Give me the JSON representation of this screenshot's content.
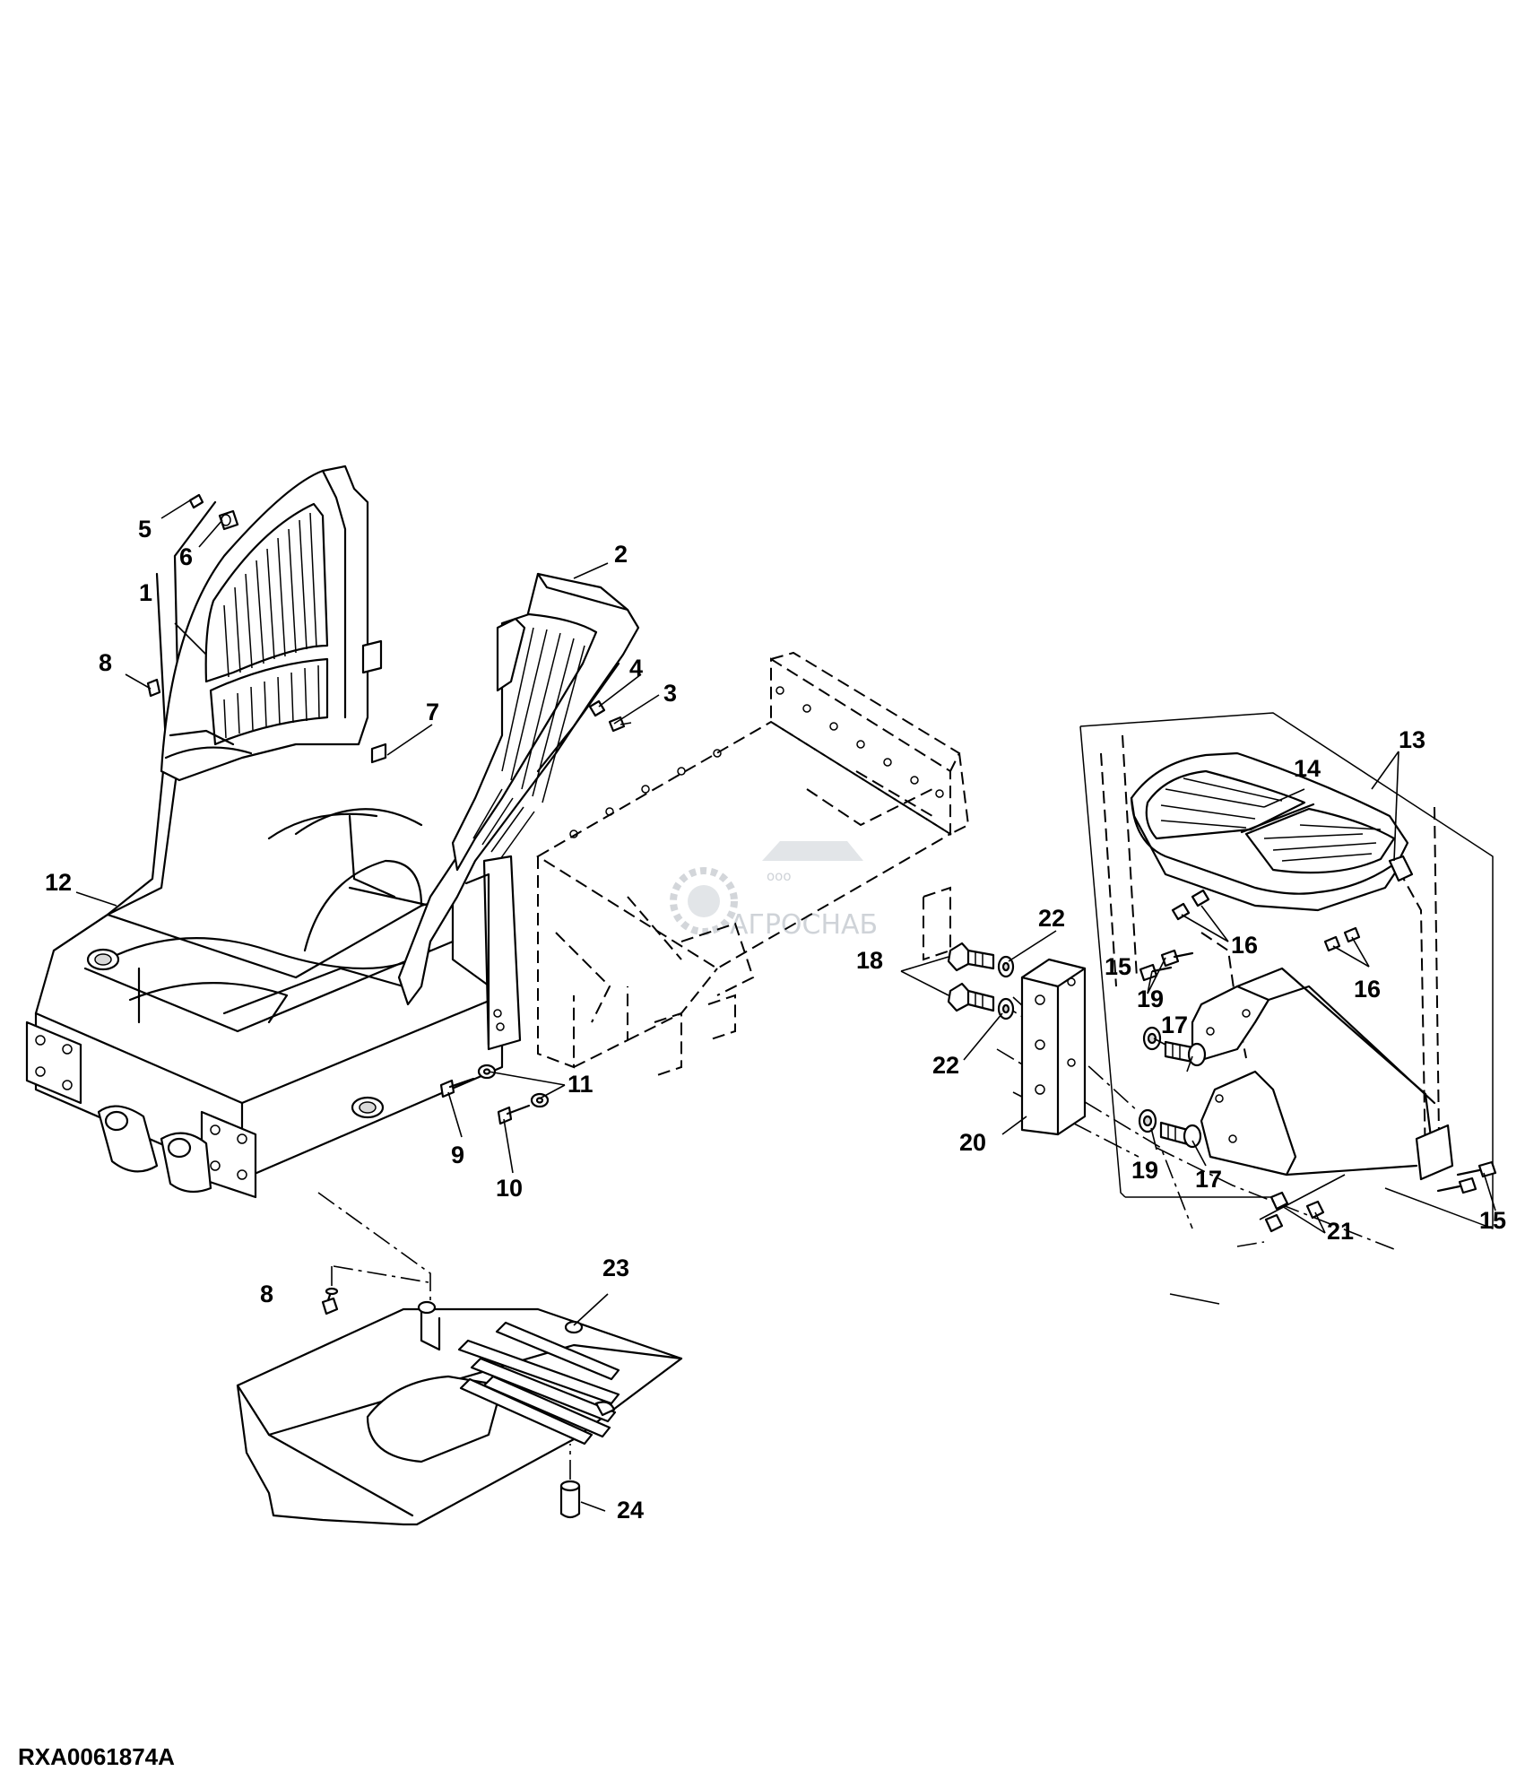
{
  "figure": {
    "ref_code": "RXA0061874A",
    "watermark_top": "ооо",
    "watermark": "АГРОСНАБ"
  },
  "callouts": [
    {
      "id": "c1",
      "text": "1"
    },
    {
      "id": "c2",
      "text": "2"
    },
    {
      "id": "c3",
      "text": "3"
    },
    {
      "id": "c4",
      "text": "4"
    },
    {
      "id": "c5",
      "text": "5"
    },
    {
      "id": "c6",
      "text": "6"
    },
    {
      "id": "c7",
      "text": "7"
    },
    {
      "id": "c8a",
      "text": "8"
    },
    {
      "id": "c8b",
      "text": "8"
    },
    {
      "id": "c9",
      "text": "9"
    },
    {
      "id": "c10",
      "text": "10"
    },
    {
      "id": "c11",
      "text": "11"
    },
    {
      "id": "c12",
      "text": "12"
    },
    {
      "id": "c13",
      "text": "13"
    },
    {
      "id": "c14",
      "text": "14"
    },
    {
      "id": "c15a",
      "text": "15"
    },
    {
      "id": "c15b",
      "text": "15"
    },
    {
      "id": "c16a",
      "text": "16"
    },
    {
      "id": "c16b",
      "text": "16"
    },
    {
      "id": "c17a",
      "text": "17"
    },
    {
      "id": "c17b",
      "text": "17"
    },
    {
      "id": "c18",
      "text": "18"
    },
    {
      "id": "c19a",
      "text": "19"
    },
    {
      "id": "c19b",
      "text": "19"
    },
    {
      "id": "c20",
      "text": "20"
    },
    {
      "id": "c21",
      "text": "21"
    },
    {
      "id": "c22a",
      "text": "22"
    },
    {
      "id": "c22b",
      "text": "22"
    },
    {
      "id": "c23",
      "text": "23"
    },
    {
      "id": "c24",
      "text": "24"
    }
  ]
}
